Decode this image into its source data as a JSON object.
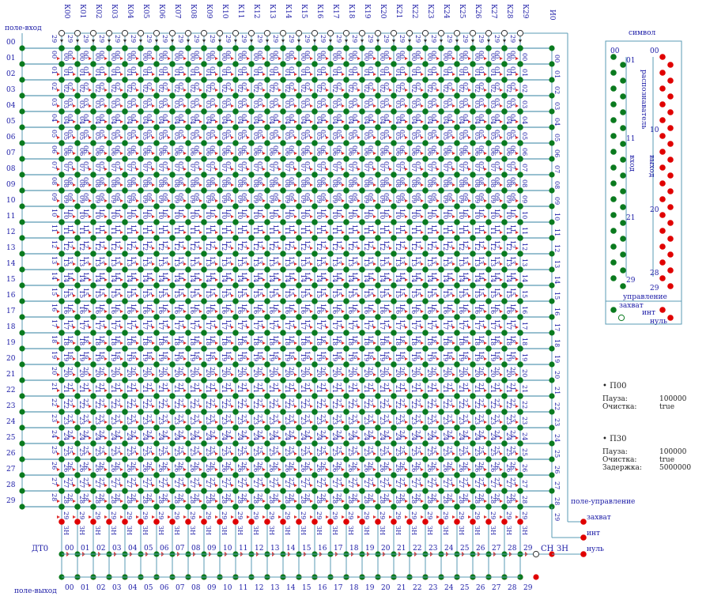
{
  "labels": {
    "field_in": "поле-вход",
    "field_out": "поле-выход",
    "field_control": "поле-управление",
    "dt": "ДТ0",
    "col_prefix": "К",
    "right_header": "И0",
    "zn": "ЗН",
    "sn": "СН",
    "capture": "захват",
    "int": "инт",
    "null": "нуль"
  },
  "symbol_panel": {
    "title": "символ",
    "in_label": "вход",
    "out_label": "выход",
    "recog_label": "распознаватель",
    "control_label": "управление",
    "capture": "захват",
    "int": "инт",
    "null": "нуль",
    "left_numbers": [
      "00",
      "01",
      "11",
      "21",
      "29"
    ],
    "right_numbers": [
      "00",
      "10",
      "20",
      "28",
      "29"
    ]
  },
  "params": [
    {
      "name": "П00",
      "rows": [
        {
          "key": "Пауза:",
          "value": "100000"
        },
        {
          "key": "Очистка:",
          "value": "true"
        }
      ]
    },
    {
      "name": "П30",
      "rows": [
        {
          "key": "Пауза:",
          "value": "100000"
        },
        {
          "key": "Очистка:",
          "value": "true"
        },
        {
          "key": "Задержка:",
          "value": "5000000"
        }
      ]
    }
  ],
  "colors": {
    "green": "#0a7a1e",
    "red": "#e00000",
    "wire": "#5a9bb4",
    "text": "#1a1aa6",
    "arrow": "#e03030"
  },
  "grid": {
    "rows": 30,
    "cols": 30
  }
}
